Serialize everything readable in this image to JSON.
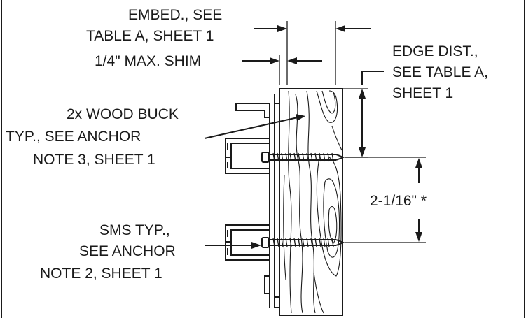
{
  "labels": {
    "embed_line1": "EMBED., SEE",
    "embed_line2": "TABLE A, SHEET 1",
    "shim": "1/4\" MAX. SHIM",
    "edge_line1": "EDGE DIST.,",
    "edge_line2": "SEE TABLE A,",
    "edge_line3": "SHEET 1",
    "buck_line1": "2x WOOD BUCK",
    "buck_line2": "TYP., SEE ANCHOR",
    "buck_line3": "NOTE 3, SHEET 1",
    "spacing": "2-1/16\" *",
    "sms_line1": "SMS TYP.,",
    "sms_line2": "SEE ANCHOR",
    "sms_line3": "NOTE 2, SHEET 1"
  },
  "colors": {
    "ink": "#1a1a1a",
    "background": "#ffffff"
  }
}
